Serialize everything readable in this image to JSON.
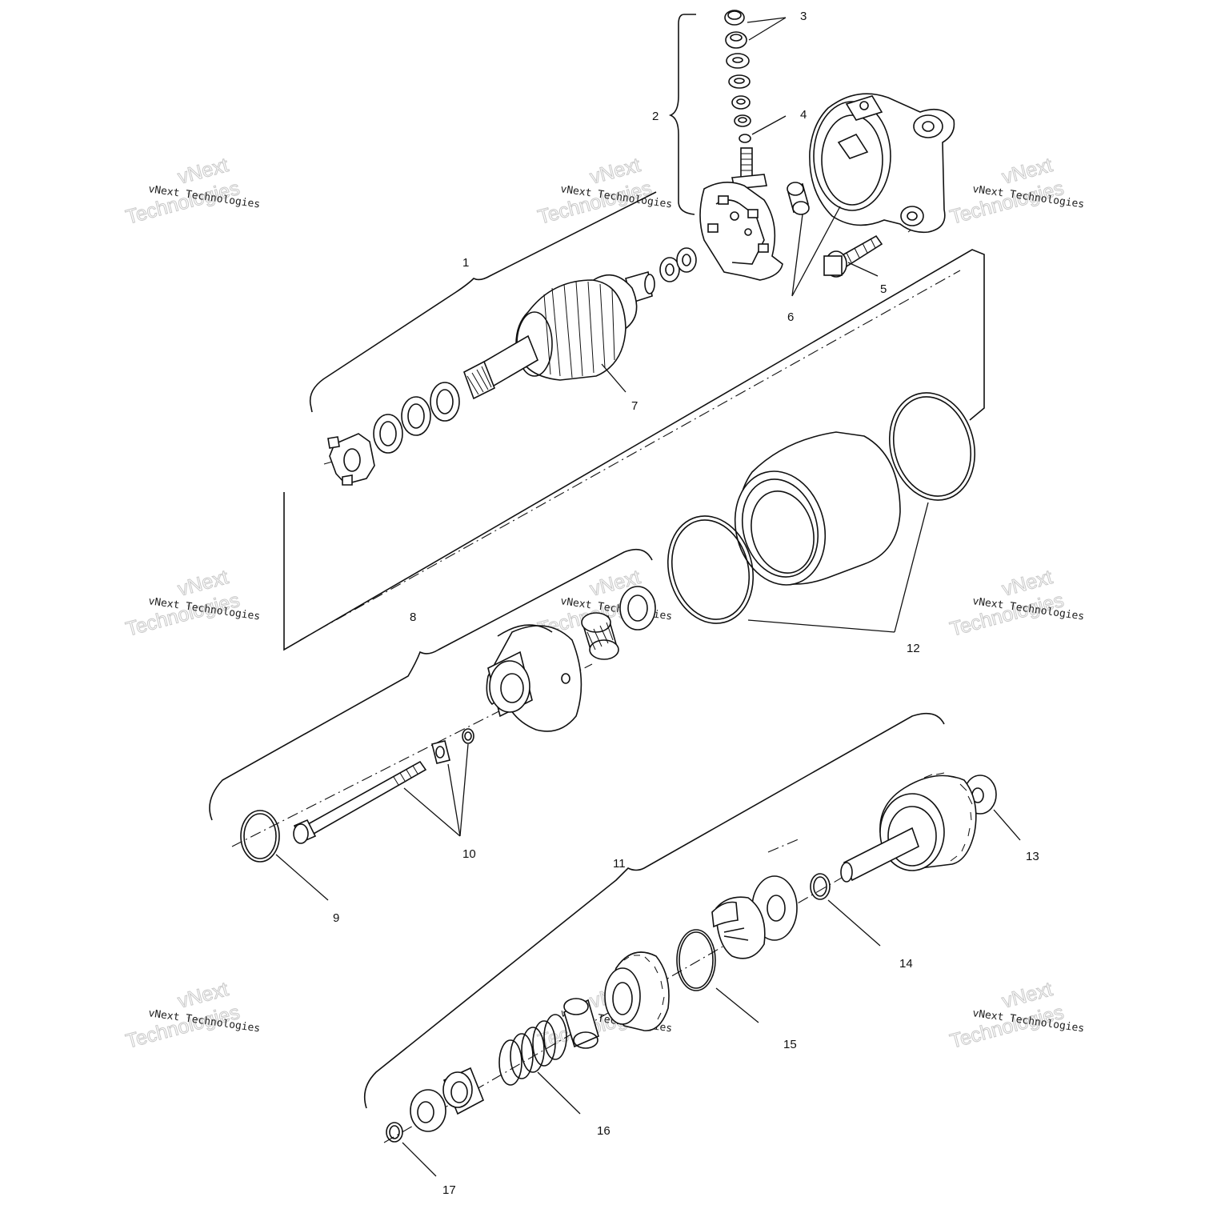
{
  "diagram": {
    "callouts": [
      "1",
      "2",
      "3",
      "4",
      "5",
      "6",
      "7",
      "8",
      "9",
      "10",
      "11",
      "12",
      "13",
      "14",
      "15",
      "16",
      "17"
    ],
    "watermark_line1": "vNext Technologies",
    "watermark_line2a": "vNext",
    "watermark_line2b": "Technologies"
  }
}
